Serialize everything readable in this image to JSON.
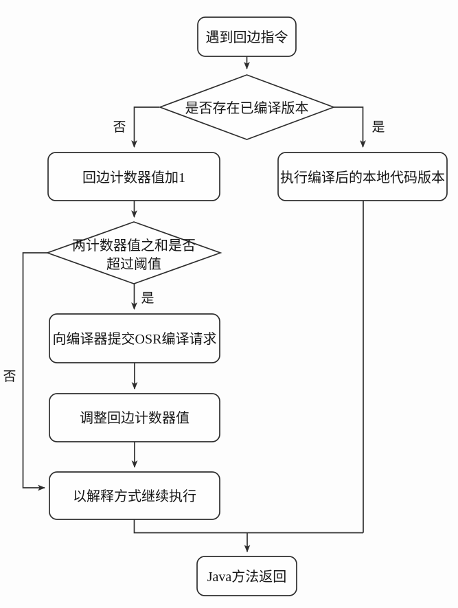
{
  "diagram": {
    "type": "flowchart",
    "topic": "JVM back-edge counter OSR compilation flow",
    "colors": {
      "background": "#fdfdfd",
      "line": "#2e2e2e",
      "text": "#161616",
      "node_fill": "#fefefe"
    },
    "nodes": {
      "start": {
        "label": "遇到回边指令",
        "shape": "rounded-rect"
      },
      "decision_compiled": {
        "label": "是否存在已编译版本",
        "shape": "diamond"
      },
      "increment_counter": {
        "label": "回边计数器值加1",
        "shape": "rounded-rect"
      },
      "execute_native": {
        "label": "执行编译后的本地代码版本",
        "shape": "rounded-rect"
      },
      "decision_threshold": {
        "label_line1": "两计数器值之和是否",
        "label_line2": "超过阈值",
        "shape": "diamond"
      },
      "submit_osr": {
        "label": "向编译器提交OSR编译请求",
        "shape": "rounded-rect"
      },
      "adjust_counter": {
        "label": "调整回边计数器值",
        "shape": "rounded-rect"
      },
      "continue_interpreted": {
        "label": "以解释方式继续执行",
        "shape": "rounded-rect"
      },
      "end": {
        "label": "Java方法返回",
        "shape": "rounded-rect"
      }
    },
    "edge_labels": {
      "compiled_no": "否",
      "compiled_yes": "是",
      "threshold_yes": "是",
      "threshold_no": "否"
    }
  }
}
